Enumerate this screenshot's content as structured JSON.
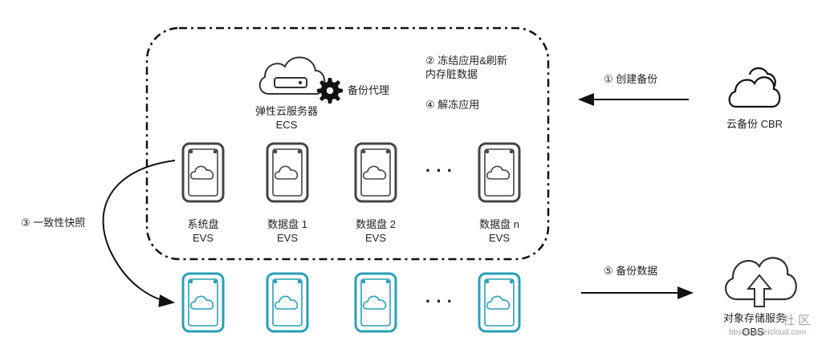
{
  "ecs": {
    "name": "弹性云服务器",
    "sub": "ECS",
    "agent": "备份代理"
  },
  "steps": {
    "s1": "① 创建备份",
    "s2_line1": "② 冻结应用&刷新",
    "s2_line2": "内存脏数据",
    "s3": "③ 一致性快照",
    "s4": "④ 解冻应用",
    "s5": "⑤ 备份数据"
  },
  "cbr": {
    "label": "云备份 CBR"
  },
  "obs": {
    "line1": "对象存储服务",
    "line2": "OBS"
  },
  "disks": [
    {
      "name": "系统盘",
      "type": "EVS"
    },
    {
      "name": "数据盘 1",
      "type": "EVS"
    },
    {
      "name": "数据盘 2",
      "type": "EVS"
    },
    {
      "name": "数据盘 n",
      "type": "EVS"
    }
  ],
  "ellipsis": "· · ·",
  "watermark": {
    "line1": "社 区",
    "line2": "bbs.huaweicloud.com"
  },
  "colors": {
    "disk": "#444444",
    "snapshot": "#2a9fb6",
    "line": "#111111"
  }
}
